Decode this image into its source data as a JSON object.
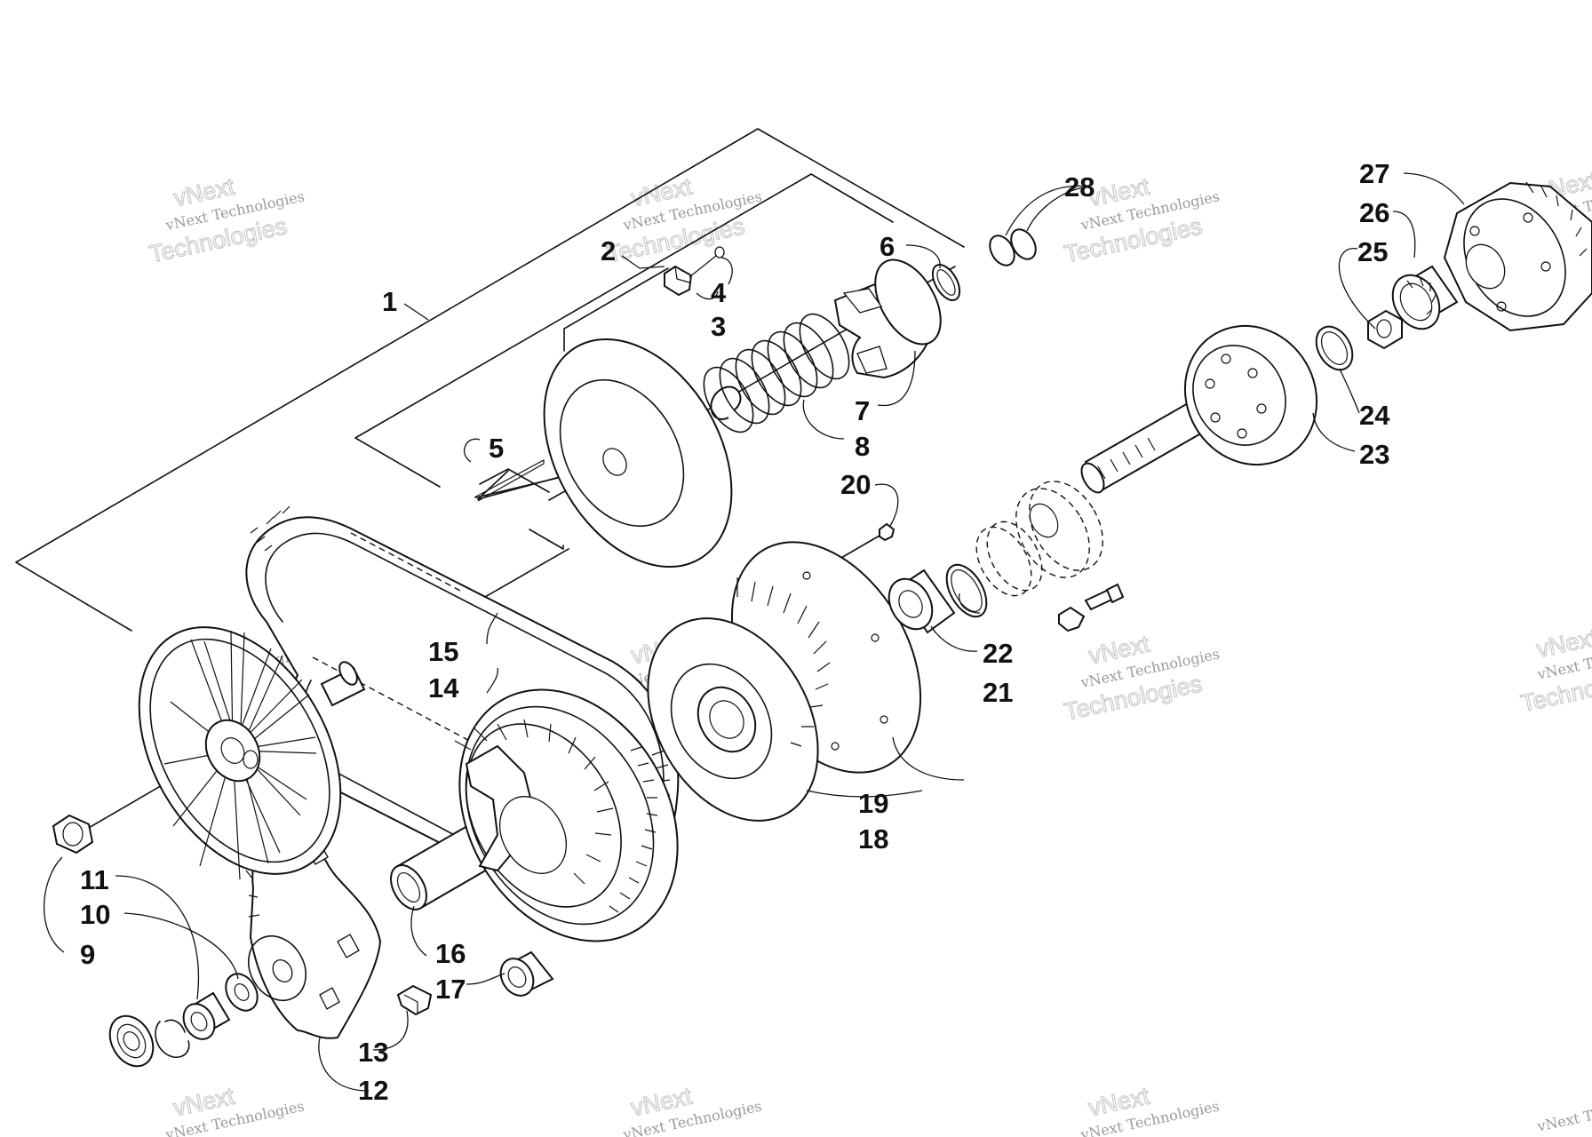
{
  "watermark": {
    "line1": "vNext Technologies",
    "line2": "Technologies",
    "line3": "vNext"
  },
  "callouts": [
    "1",
    "2",
    "3",
    "4",
    "5",
    "6",
    "7",
    "8",
    "9",
    "10",
    "11",
    "12",
    "13",
    "14",
    "15",
    "16",
    "17",
    "18",
    "19",
    "20",
    "21",
    "22",
    "23",
    "24",
    "25",
    "26",
    "27",
    "28"
  ]
}
